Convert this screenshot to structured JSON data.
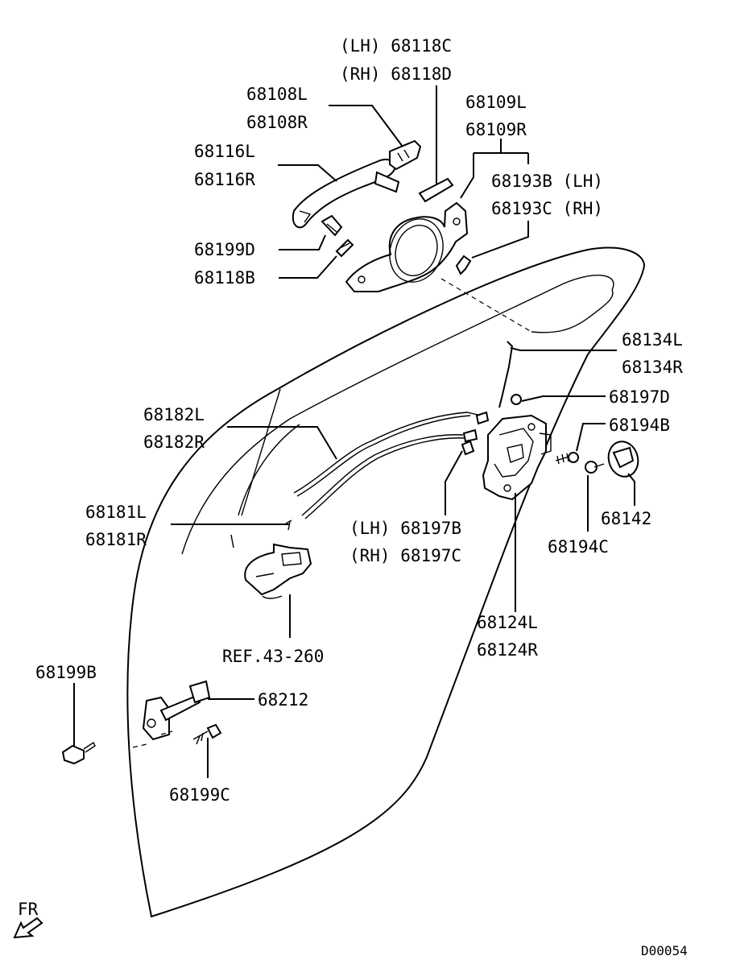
{
  "labels": {
    "lh_68118c": "(LH) 68118C",
    "rh_68118d": "(RH) 68118D",
    "p68108l": "68108L",
    "p68108r": "68108R",
    "p68109l": "68109L",
    "p68109r": "68109R",
    "p68116l": "68116L",
    "p68116r": "68116R",
    "p68193b": "68193B (LH)",
    "p68193c": "68193C (RH)",
    "p68199d": "68199D",
    "p68118b": "68118B",
    "p68134l": "68134L",
    "p68134r": "68134R",
    "p68197d": "68197D",
    "p68182l": "68182L",
    "p68182r": "68182R",
    "p68194b": "68194B",
    "p68181l": "68181L",
    "p68181r": "68181R",
    "p68142": "68142",
    "lh_68197b": "(LH) 68197B",
    "rh_68197c": "(RH) 68197C",
    "p68194c": "68194C",
    "ref43260": "REF.43-260",
    "p68124l": "68124L",
    "p68124r": "68124R",
    "p68199b": "68199B",
    "p68212": "68212",
    "p68199c": "68199C",
    "fr": "FR",
    "diagram_id": "D00054"
  },
  "icons": [
    "front-direction-arrow-icon"
  ]
}
